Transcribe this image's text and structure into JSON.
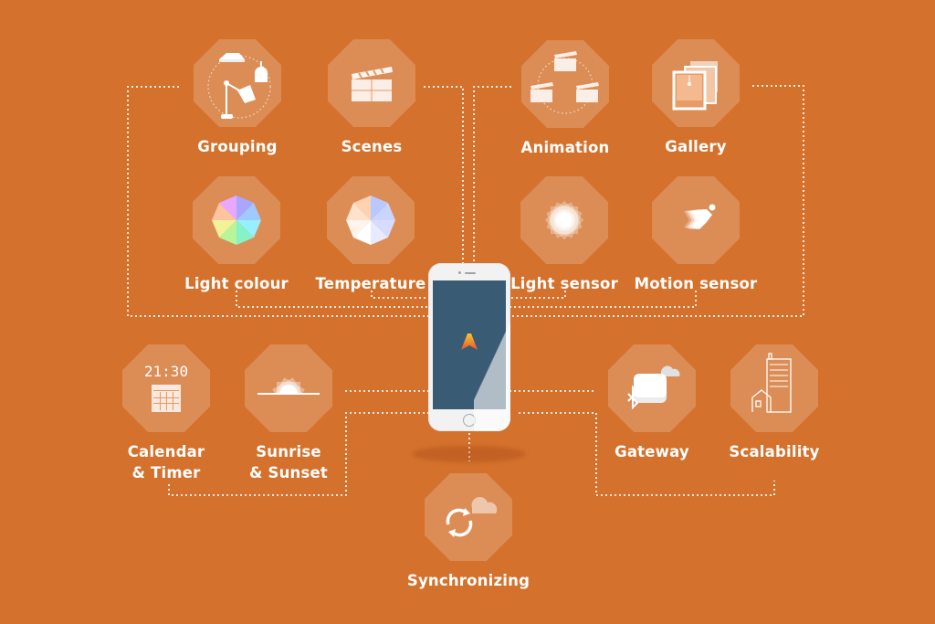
{
  "colors": {
    "background": "#d4712c",
    "tile": "rgba(255,255,255,0.20)",
    "text": "#ffffff",
    "phone_screen": "#3a5b74",
    "phone_body": "#f2f2f2",
    "app_logo_top": "#f7c72b",
    "app_logo_bottom": "#e8562a"
  },
  "phone": {
    "icon": "app-logo-arrow-icon"
  },
  "features": [
    {
      "id": "grouping",
      "label": "Grouping",
      "icon": "lamps-group-icon"
    },
    {
      "id": "scenes",
      "label": "Scenes",
      "icon": "clapperboard-icon"
    },
    {
      "id": "light_colour",
      "label": "Light colour",
      "icon": "color-wheel-icon"
    },
    {
      "id": "temperature",
      "label": "Temperature",
      "icon": "temperature-wheel-icon"
    },
    {
      "id": "animation",
      "label": "Animation",
      "icon": "clapperboards-cycle-icon"
    },
    {
      "id": "gallery",
      "label": "Gallery",
      "icon": "photo-gallery-icon"
    },
    {
      "id": "light_sensor",
      "label": "Light sensor",
      "icon": "light-burst-icon"
    },
    {
      "id": "motion_sensor",
      "label": "Motion sensor",
      "icon": "running-person-icon"
    },
    {
      "id": "calendar_timer",
      "label": "Calendar",
      "label2": "& Timer",
      "icon": "calendar-clock-icon",
      "clock_text": "21:30"
    },
    {
      "id": "sunrise_sunset",
      "label": "Sunrise",
      "label2": "& Sunset",
      "icon": "sunrise-icon"
    },
    {
      "id": "gateway",
      "label": "Gateway",
      "icon": "gateway-bluetooth-cloud-icon"
    },
    {
      "id": "scalability",
      "label": "Scalability",
      "icon": "building-house-icon"
    },
    {
      "id": "synchronizing",
      "label": "Synchronizing",
      "icon": "sync-cloud-icon"
    }
  ]
}
